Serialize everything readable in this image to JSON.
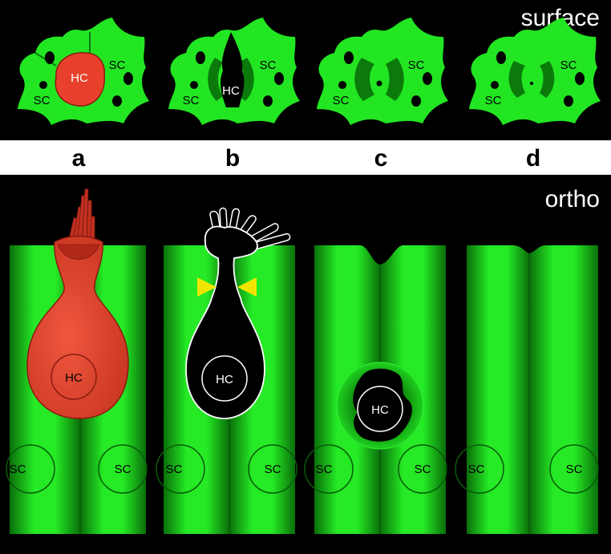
{
  "panels": {
    "surface_label": "surface",
    "ortho_label": "ortho"
  },
  "stages": [
    "a",
    "b",
    "c",
    "d"
  ],
  "cell_labels": {
    "hair_cell": "HC",
    "supporting_cell": "SC"
  },
  "colors": {
    "background": "#000000",
    "supporting_cell": "#22e622",
    "supporting_cell_dark": "#0b7a0b",
    "hair_cell": "#e8402c",
    "hair_cell_outline": "#8a1a10",
    "arrowhead": "#f2e600"
  }
}
